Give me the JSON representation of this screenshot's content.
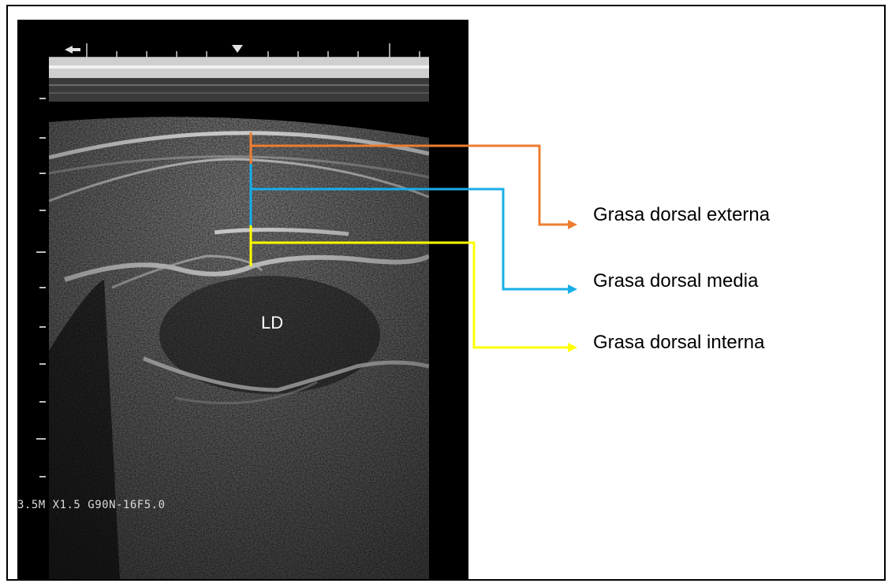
{
  "image": {
    "readout": "3.5M X1.5 G90N-16F5.0",
    "region_label": "LD"
  },
  "annotations": [
    {
      "label": "Grasa dorsal externa",
      "color": "#ed7d31"
    },
    {
      "label": "Grasa dorsal media",
      "color": "#19aee8"
    },
    {
      "label": "Grasa dorsal interna",
      "color": "#ffff00"
    }
  ]
}
